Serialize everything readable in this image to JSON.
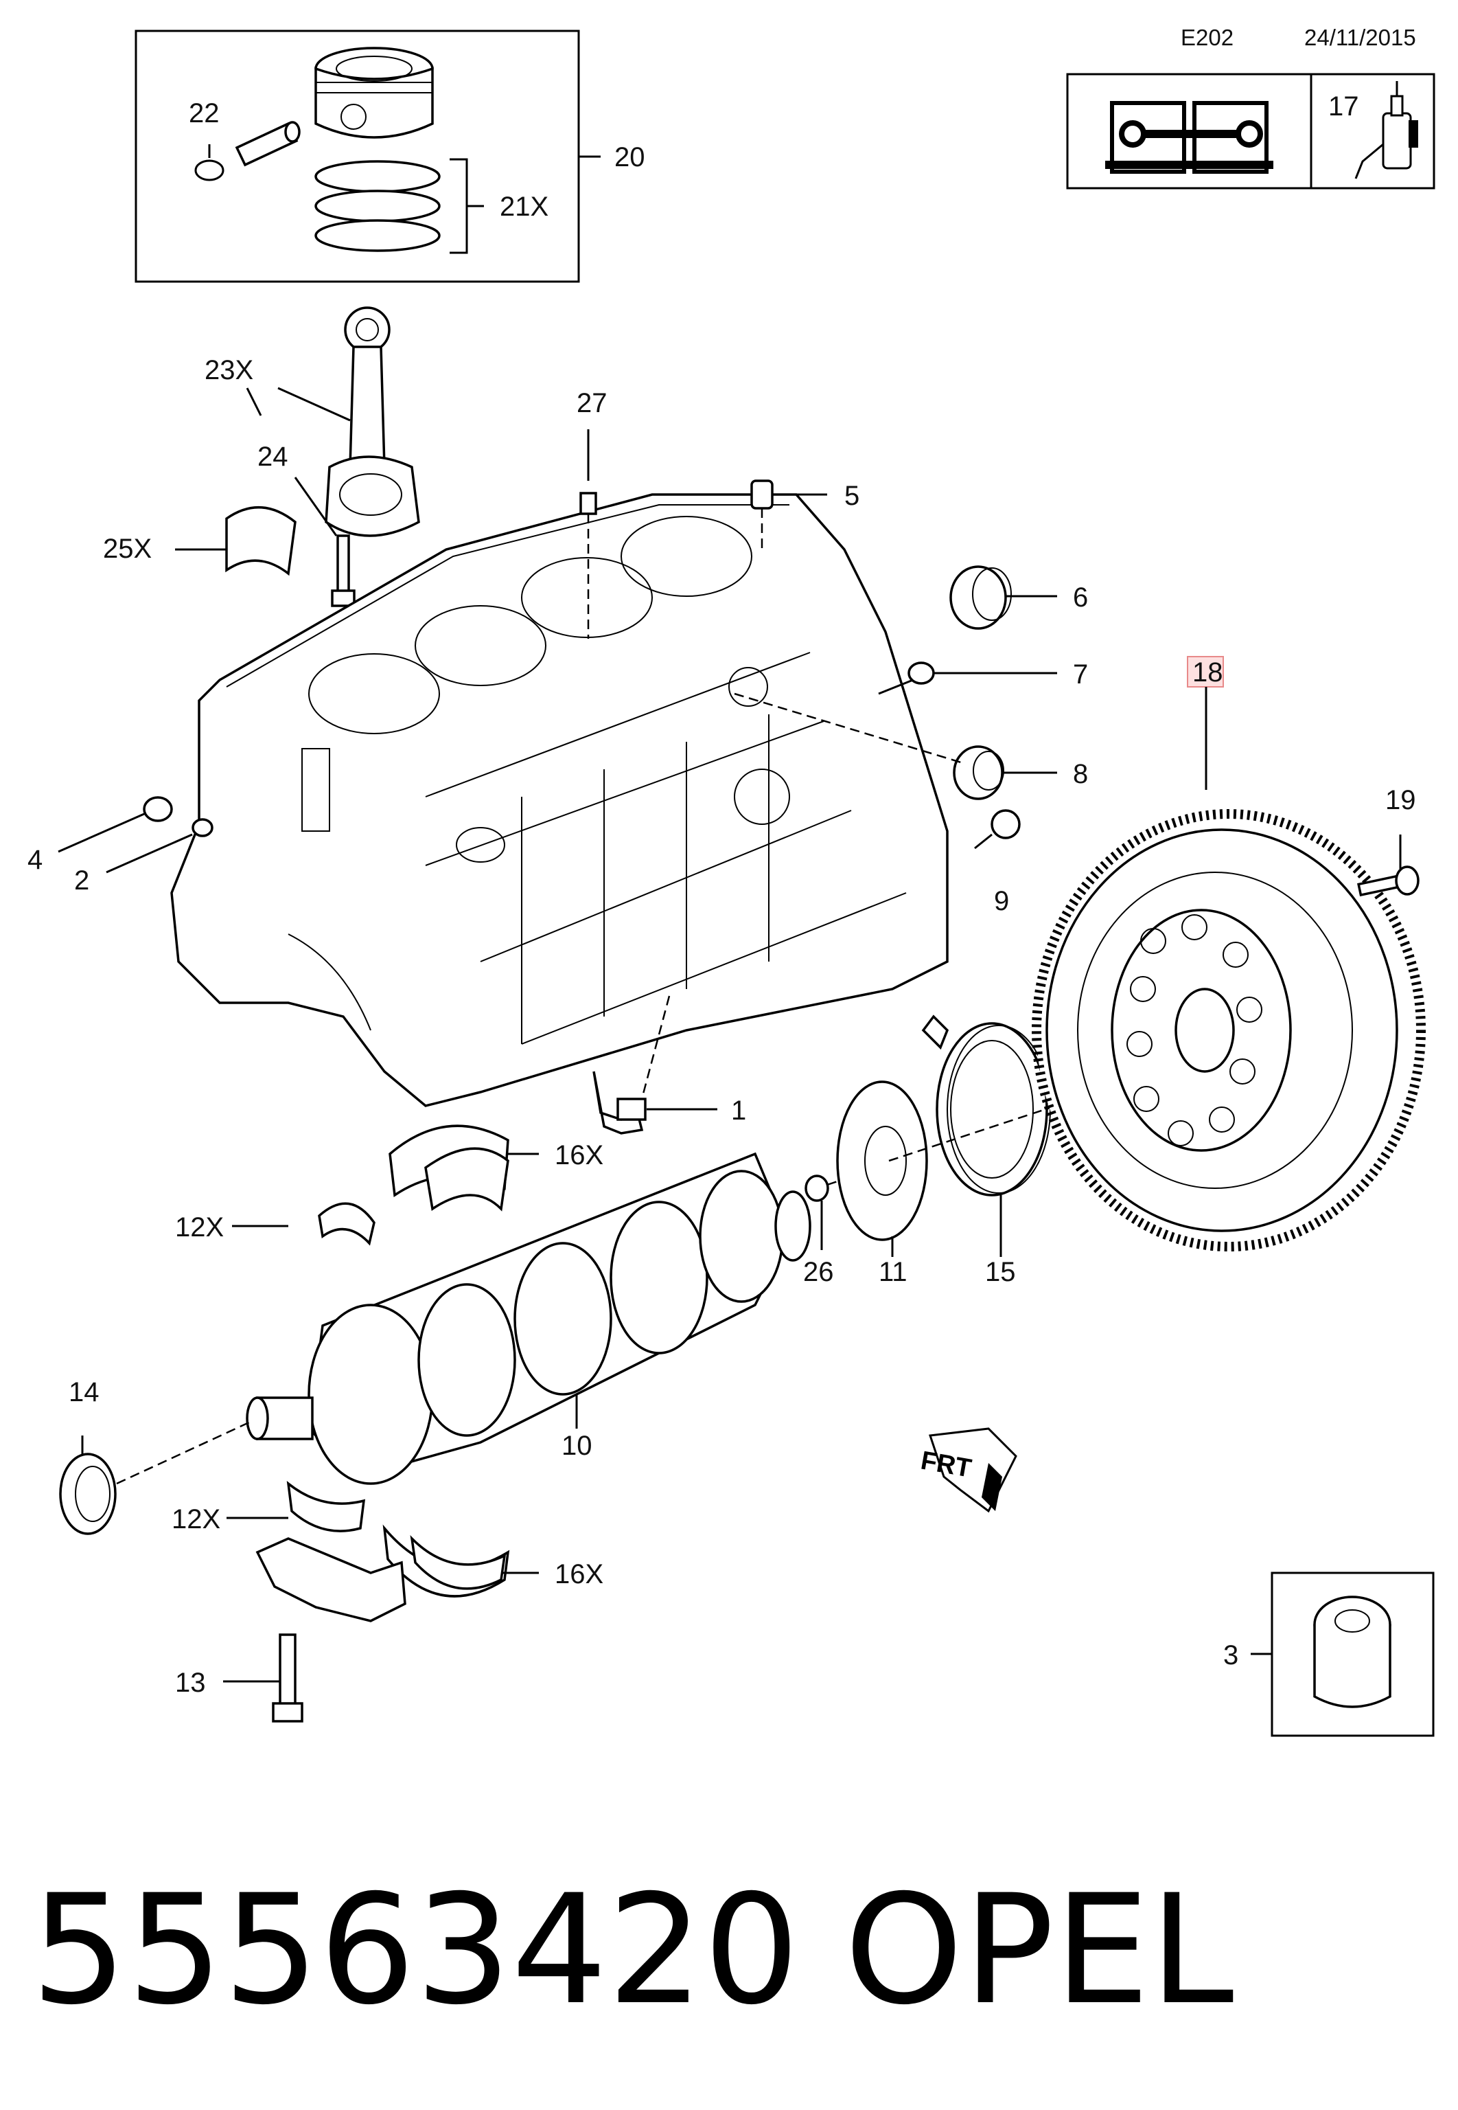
{
  "header": {
    "code": "E202",
    "date": "24/11/2015"
  },
  "footer": {
    "part_number": "55563420",
    "brand": "OPEL"
  },
  "callouts": {
    "c1": "1",
    "c2": "2",
    "c3": "3",
    "c4": "4",
    "c5": "5",
    "c6": "6",
    "c7": "7",
    "c8": "8",
    "c9": "9",
    "c10": "10",
    "c11": "11",
    "c12a": "12X",
    "c12b": "12X",
    "c13": "13",
    "c14": "14",
    "c15": "15",
    "c16a": "16X",
    "c16b": "16X",
    "c17": "17",
    "c18": "18",
    "c19": "19",
    "c20": "20",
    "c21": "21X",
    "c22": "22",
    "c23": "23X",
    "c24": "24",
    "c25": "25X",
    "c26": "26",
    "c27": "27"
  },
  "direction_marker": "FRT",
  "highlight_color": "#e88a8a"
}
